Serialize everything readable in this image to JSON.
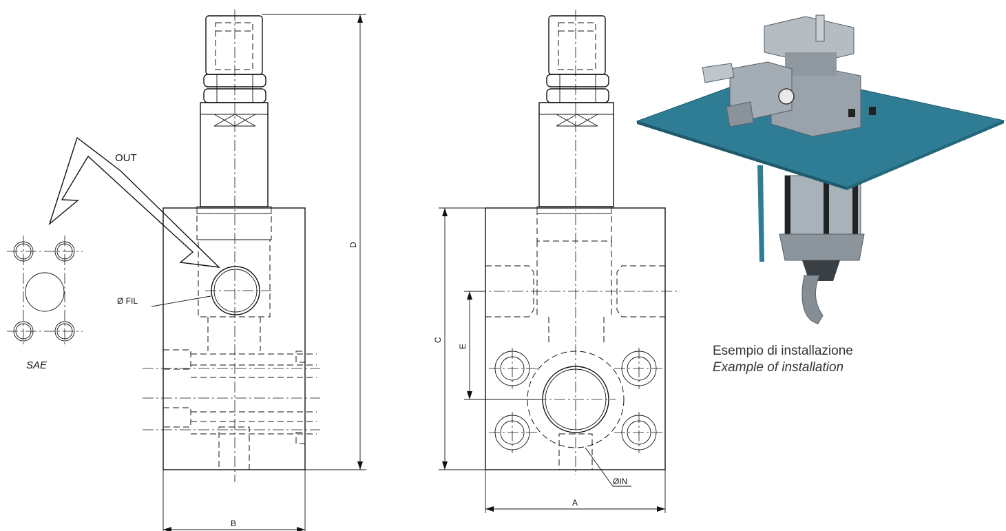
{
  "labels": {
    "out": "OUT",
    "fil": "Ø FIL",
    "sae": "SAE",
    "dim_a": "A",
    "dim_b": "B",
    "dim_c": "C",
    "dim_d": "D",
    "dim_e": "E",
    "inlet": "ØIN"
  },
  "caption": {
    "line1": "Esempio di installazione",
    "line2": "Example of installation"
  },
  "colors": {
    "line": "#111111",
    "plate": "#2f7d95",
    "metal": "#9aa3ab",
    "metal_dark": "#5f676e"
  }
}
